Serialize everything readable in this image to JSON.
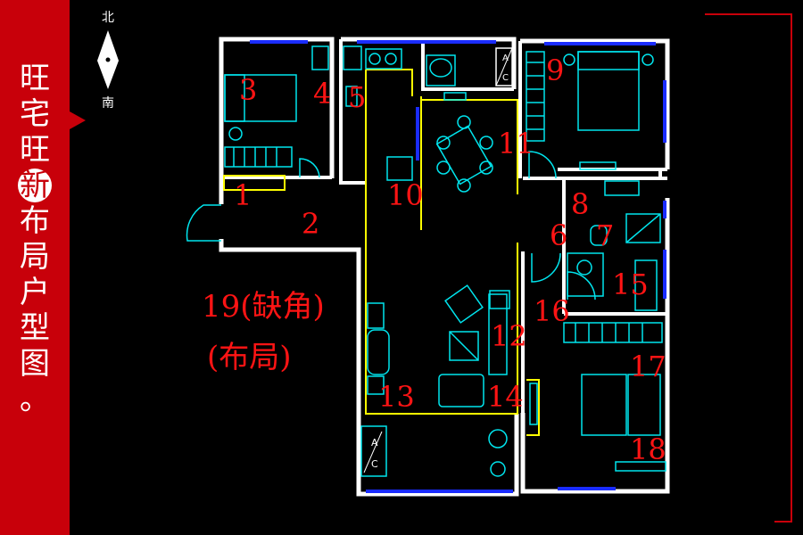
{
  "title_chars": [
    "旺",
    "宅",
    "旺",
    "新",
    "布",
    "局",
    "户",
    "型",
    "图",
    "。"
  ],
  "title_highlight_index": 3,
  "compass": {
    "north": "北",
    "south": "南"
  },
  "numbers": [
    "1",
    "2",
    "3",
    "4",
    "5",
    "6",
    "7",
    "8",
    "9",
    "10",
    "11",
    "12",
    "13",
    "14",
    "15",
    "16",
    "17",
    "18"
  ],
  "missing_corner": {
    "line1": "19(缺角)",
    "line2": "(布局)"
  },
  "ac_labels": {
    "top": [
      "A",
      "C"
    ],
    "bottom": [
      "A",
      "C"
    ]
  },
  "colors": {
    "sidebar": "#c8000a",
    "walls": "#ffffff",
    "furniture": "#00e5ee",
    "windows": "#1a2cff",
    "zones": "#ffff00",
    "labels": "#ff1414",
    "background": "#000000"
  }
}
